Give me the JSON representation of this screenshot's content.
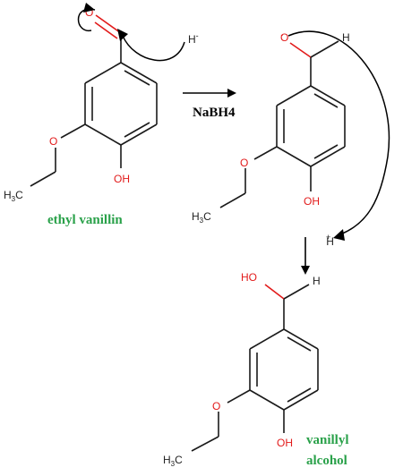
{
  "reactant": {
    "name": "ethyl vanillin",
    "atoms": {
      "carbonyl_o": "O",
      "ether_o": "O",
      "hydroxyl": "OH",
      "methyl_h": "H",
      "methyl_c": "C",
      "methyl_sub": "3"
    }
  },
  "hydride": {
    "symbol": "H",
    "charge": "-"
  },
  "reagent": {
    "label": "NaBH4"
  },
  "intermediate": {
    "alkoxide_o": "O",
    "alkoxide_charge": "-",
    "added_h": "H",
    "ether_o": "O",
    "hydroxyl": "OH",
    "methyl_h": "H",
    "methyl_c": "C",
    "methyl_sub": "3"
  },
  "proton": {
    "symbol": "H",
    "charge": "+"
  },
  "product": {
    "name_line1": "vanillyl",
    "name_line2": "alcohol",
    "alcohol_oh": "HO",
    "added_h": "H",
    "ether_o": "O",
    "hydroxyl": "OH",
    "methyl_h": "H",
    "methyl_c": "C",
    "methyl_sub": "3"
  },
  "colors": {
    "bond": "#1a1a1a",
    "heteroatom": "#e21b1b",
    "name_label": "#2aa14a",
    "arrow": "#000000"
  }
}
